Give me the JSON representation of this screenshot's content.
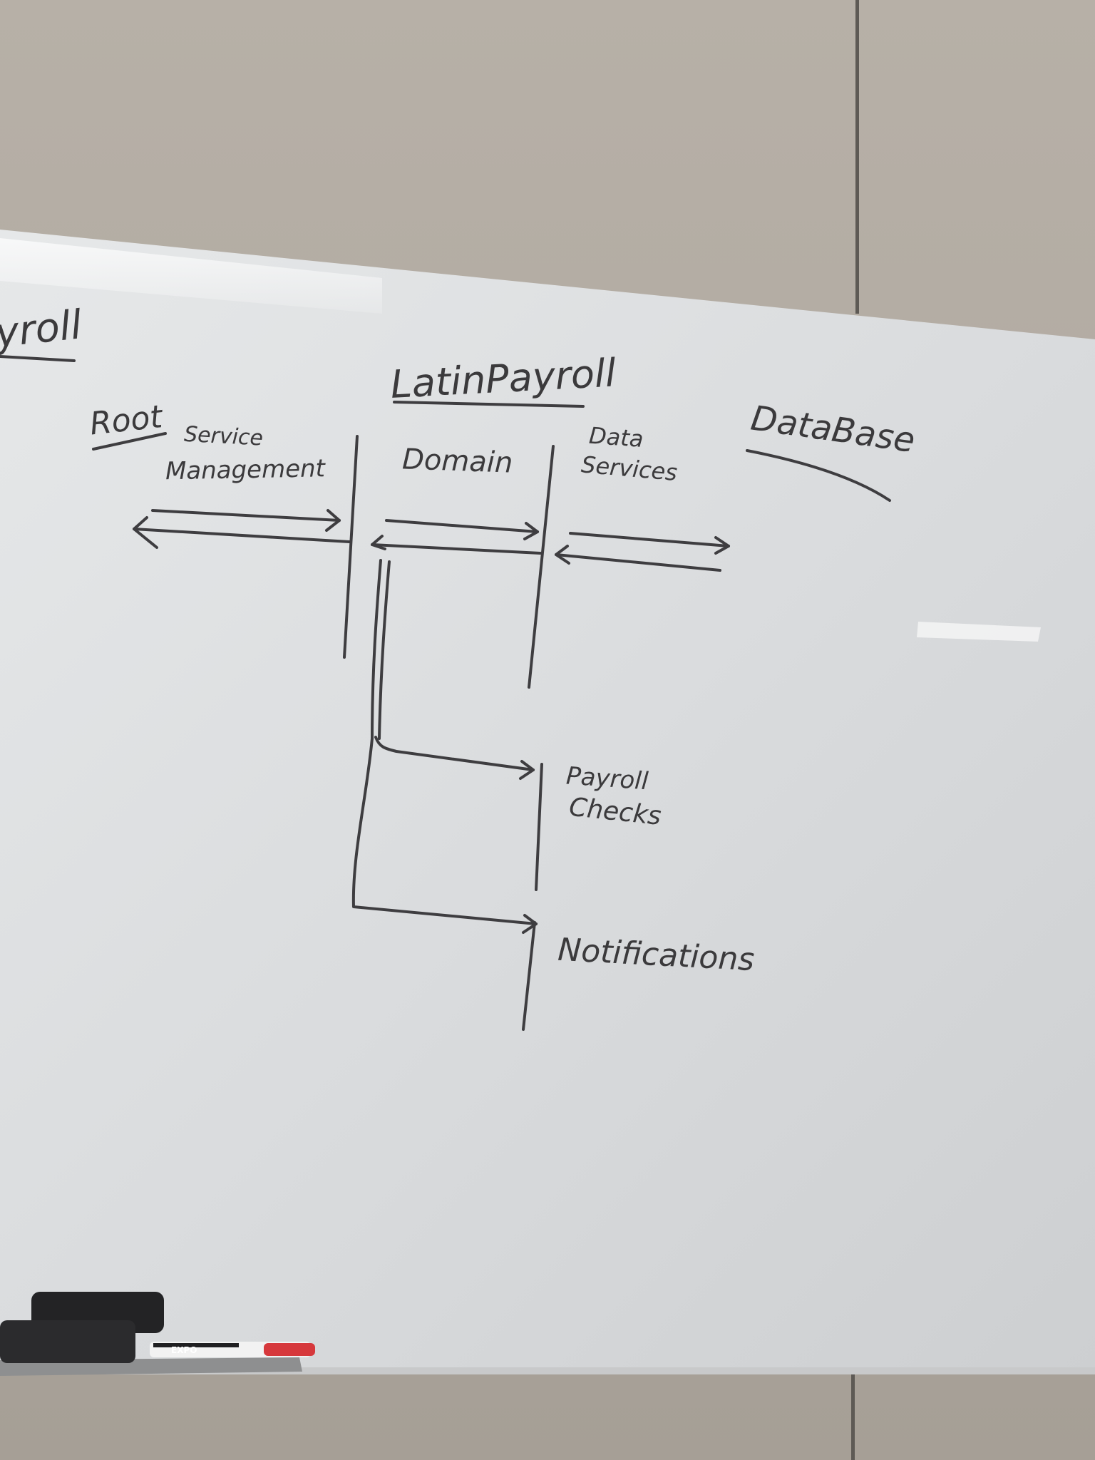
{
  "board": {
    "title_partial": "yroll",
    "title": "LatinPayroll",
    "colors": {
      "ink": "#3e3d40",
      "board": "#dfe1e2",
      "wall": "#b0a9a0",
      "marker_cap": "#d6383c"
    },
    "columns": {
      "root": "Root",
      "service_management": [
        "Service",
        "Management"
      ],
      "domain": "Domain",
      "data_services": [
        "Data",
        "Services"
      ],
      "database": "DataBase"
    },
    "branches": {
      "payroll_checks": [
        "Payroll",
        "Checks"
      ],
      "notifications": "Notifications"
    }
  },
  "tray": {
    "eraser_icon": "eraser-icon",
    "marker_icon": "marker-icon",
    "marker_label": "EXPO"
  }
}
